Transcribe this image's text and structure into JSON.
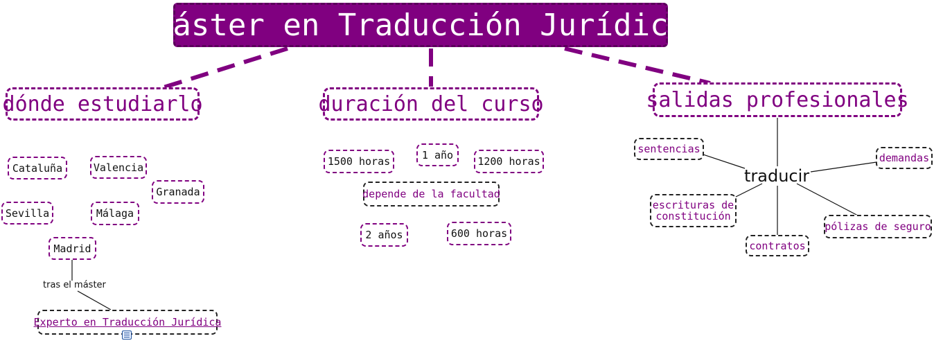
{
  "title": "Máster en Traducción Jurídica",
  "branches": {
    "where": "dónde estudiarlo",
    "duration": "duración del curso",
    "careers": "salidas profesionales"
  },
  "where": {
    "cataluna": "Cataluña",
    "valencia": "Valencia",
    "granada": "Granada",
    "sevilla": "Sevilla",
    "malaga": "Málaga",
    "madrid": "Madrid",
    "link_label": "tras el máster",
    "expert": "Experto en Traducción Jurídica"
  },
  "duration": {
    "h1500": "1500 horas",
    "y1": "1 año",
    "h1200": "1200 horas",
    "depends": "depende de la facultad",
    "y2": "2 años",
    "h600": "600 horas"
  },
  "careers": {
    "hub": "traducir",
    "sentencias": "sentencias",
    "demandas": "demandas",
    "escrituras_1": "escrituras de",
    "escrituras_2": "constitución",
    "polizas": "pólizas de seguro",
    "contratos": "contratos"
  },
  "colors": {
    "accent": "#800080",
    "title_bg": "#800080",
    "dark_border": "#222222"
  },
  "icons": {
    "resource": "document-icon"
  }
}
